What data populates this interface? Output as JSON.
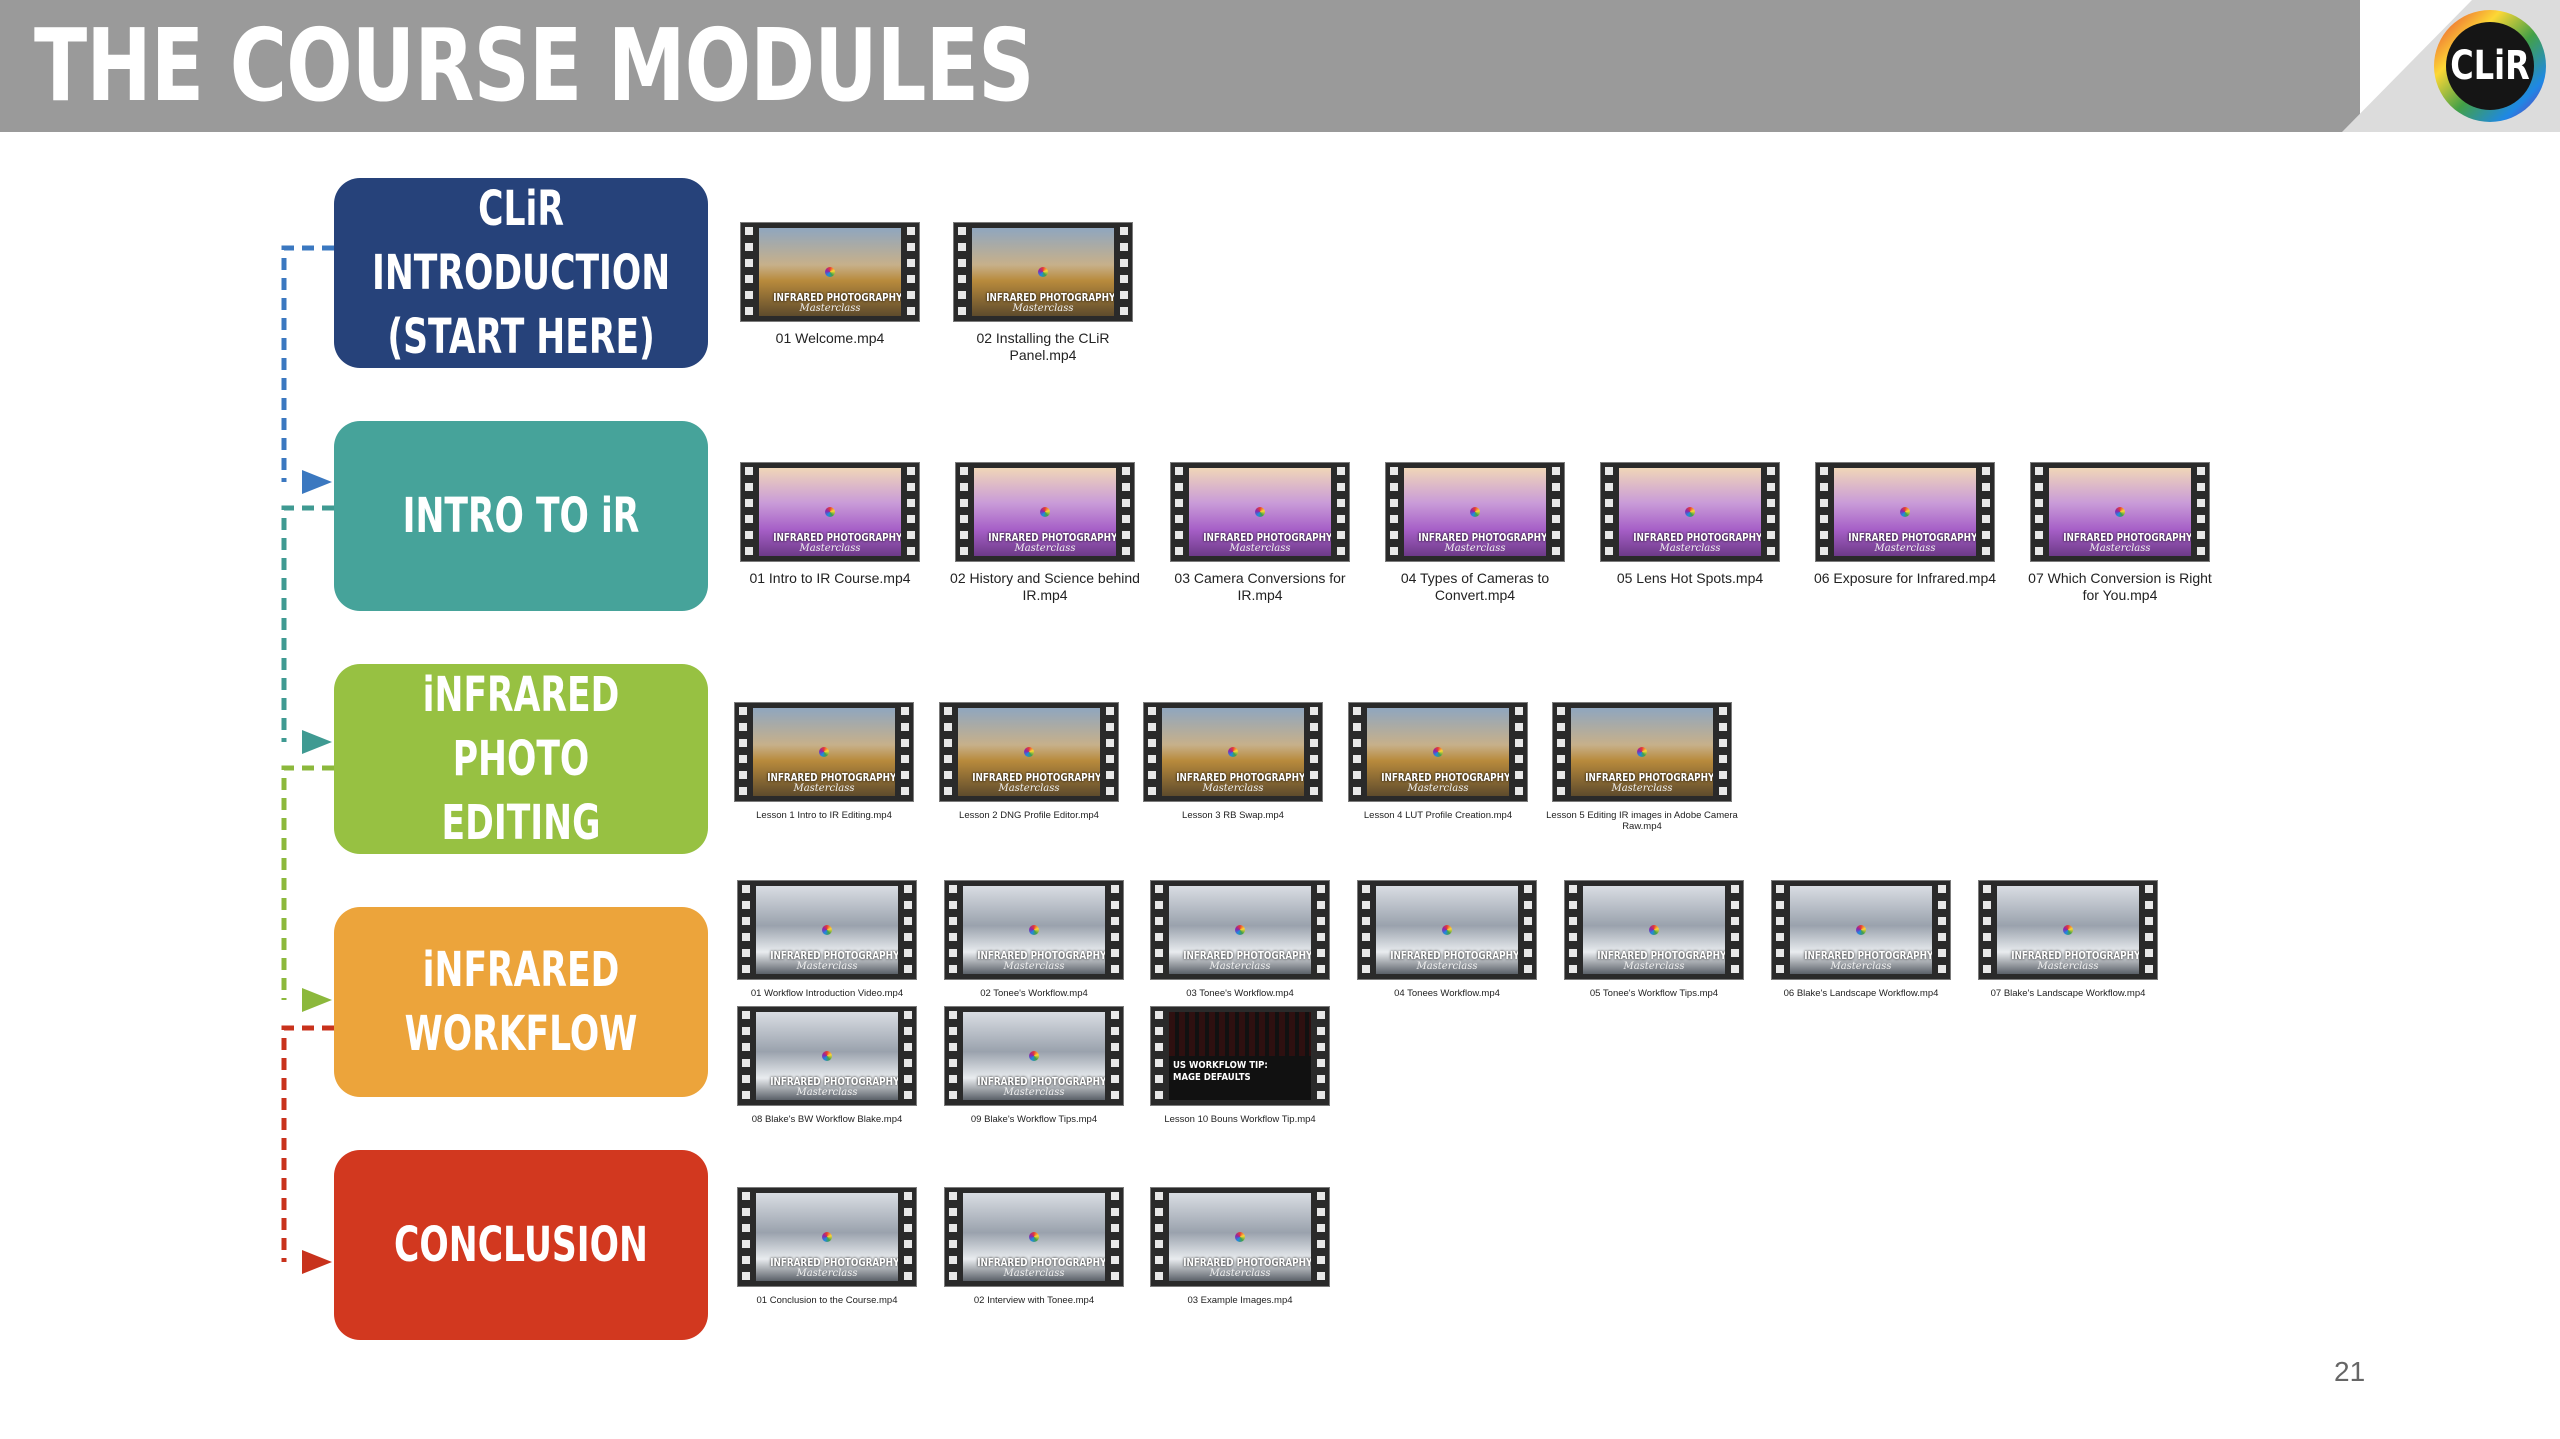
{
  "header": {
    "title": "THE COURSE MODULES",
    "logo_text": "CLiR"
  },
  "page_number": "21",
  "thumbnail_overlay": {
    "text": "INFRARED PHOTOGRAPHY",
    "signature": "Masterclass"
  },
  "colors": {
    "navy": "#26427a",
    "teal": "#46a39a",
    "green": "#97c142",
    "orange": "#eca43b",
    "red": "#d2381f",
    "header_gray": "#9a9a9a"
  },
  "modules": [
    {
      "label": "CLiR INTRODUCTION\n(START HERE)",
      "color": "#26427a",
      "videos": [
        {
          "title": "01 Welcome.mp4",
          "style": "city"
        },
        {
          "title": "02 Installing the CLiR Panel.mp4",
          "style": "city"
        }
      ]
    },
    {
      "label": "INTRO TO iR",
      "color": "#46a39a",
      "videos": [
        {
          "title": "01 Intro to IR Course.mp4",
          "style": "flower"
        },
        {
          "title": "02 History and Science behind IR.mp4",
          "style": "flower"
        },
        {
          "title": "03 Camera Conversions for IR.mp4",
          "style": "flower"
        },
        {
          "title": "04 Types of Cameras to Convert.mp4",
          "style": "flower"
        },
        {
          "title": "05 Lens Hot Spots.mp4",
          "style": "flower"
        },
        {
          "title": "06 Exposure for Infrared.mp4",
          "style": "flower"
        },
        {
          "title": "07 Which Conversion is Right for You.mp4",
          "style": "flower"
        }
      ]
    },
    {
      "label": "iNFRARED PHOTO\nEDITING",
      "color": "#97c142",
      "videos": [
        {
          "title": "Lesson 1 Intro to IR Editing.mp4",
          "style": "city"
        },
        {
          "title": "Lesson 2 DNG Profile Editor.mp4",
          "style": "city"
        },
        {
          "title": "Lesson 3 RB Swap.mp4",
          "style": "city"
        },
        {
          "title": "Lesson 4 LUT Profile Creation.mp4",
          "style": "city"
        },
        {
          "title": "Lesson 5 Editing IR images in Adobe Camera Raw.mp4",
          "style": "city"
        }
      ]
    },
    {
      "label": "iNFRARED\nWORKFLOW",
      "color": "#eca43b",
      "videos": [
        {
          "title": "01 Workflow Introduction Video.mp4",
          "style": "snow"
        },
        {
          "title": "02 Tonee's Workflow.mp4",
          "style": "snow"
        },
        {
          "title": "03 Tonee's Workflow.mp4",
          "style": "snow"
        },
        {
          "title": "04 Tonees Workflow.mp4",
          "style": "snow"
        },
        {
          "title": "05 Tonee's Workflow Tips.mp4",
          "style": "snow"
        },
        {
          "title": "06 Blake's Landscape Workflow.mp4",
          "style": "snow"
        },
        {
          "title": "07 Blake's Landscape Workflow.mp4",
          "style": "snow"
        },
        {
          "title": "08 Blake's BW Workflow Blake.mp4",
          "style": "snow"
        },
        {
          "title": "09 Blake's Workflow Tips.mp4",
          "style": "snow"
        },
        {
          "title": "Lesson 10 Bouns Workflow Tip.mp4",
          "style": "dark",
          "overlay": "US WORKFLOW TIP:\nMAGE DEFAULTS"
        }
      ]
    },
    {
      "label": "CONCLUSION",
      "color": "#d2381f",
      "videos": [
        {
          "title": "01 Conclusion to the Course.mp4",
          "style": "snow"
        },
        {
          "title": "02 Interview with Tonee.mp4",
          "style": "snow"
        },
        {
          "title": "03 Example Images.mp4",
          "style": "snow"
        }
      ]
    }
  ]
}
